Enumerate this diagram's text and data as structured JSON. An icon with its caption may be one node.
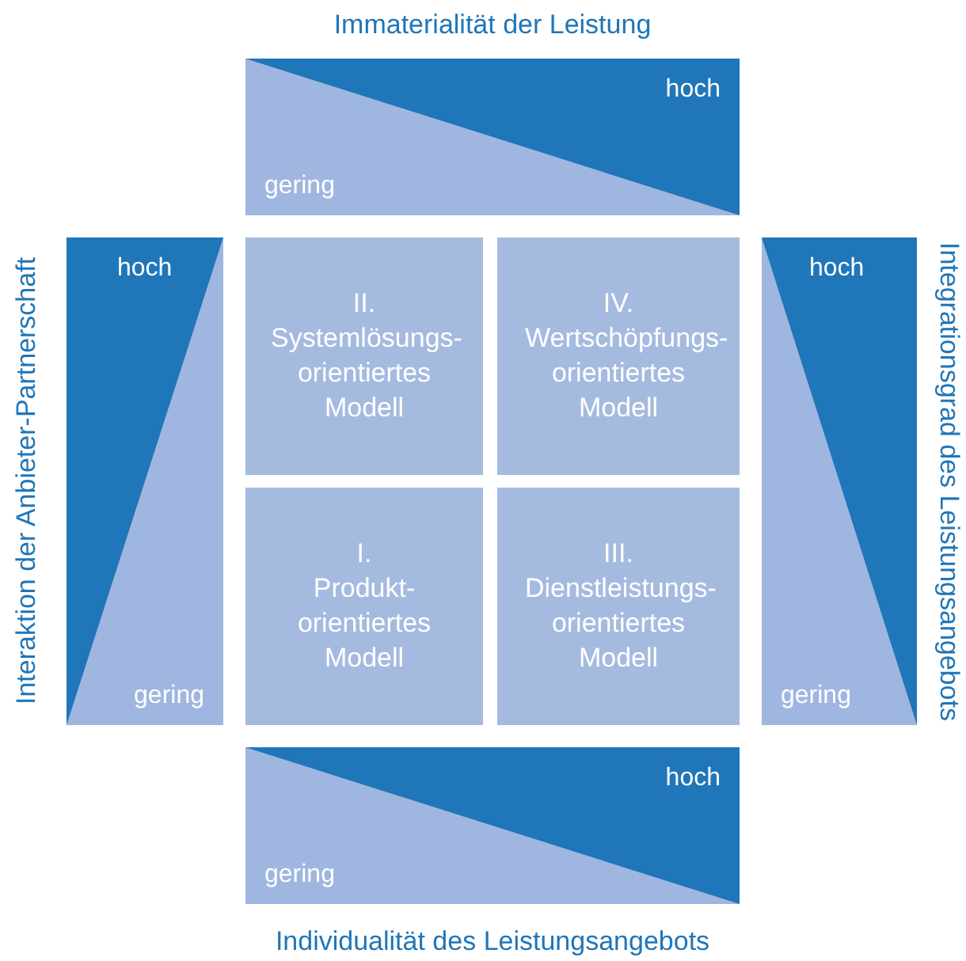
{
  "diagram": {
    "nodes": [
      {
        "text": [
          "hoch",
          "gering"
        ],
        "beside": [
          "Immaterialität der Leistung"
        ]
      },
      {
        "text": [
          "hoch",
          "gering"
        ],
        "beside": [
          "Interaktion der Anbieter-Partnerschaft"
        ]
      },
      {
        "text": [
          "II.",
          "Systemlösungs- orientiertes Modell"
        ]
      },
      {
        "text": [
          "IV.",
          "Wertschöpfungs- orientiertes Modell"
        ]
      },
      {
        "text": [
          "hoch",
          "gering"
        ],
        "beside": [
          "Integrationsgrad des Leistungsangebots"
        ]
      },
      {
        "text": [
          "I.",
          "Produkt- orientiertes Modell"
        ]
      },
      {
        "text": [
          "III.",
          "Dienstleistungs- orientiertes Modell"
        ]
      },
      {
        "text": [
          "hoch",
          "gering"
        ],
        "beside": [
          "Individualität des Leistungsangebots"
        ]
      }
    ],
    "edges": []
  }
}
